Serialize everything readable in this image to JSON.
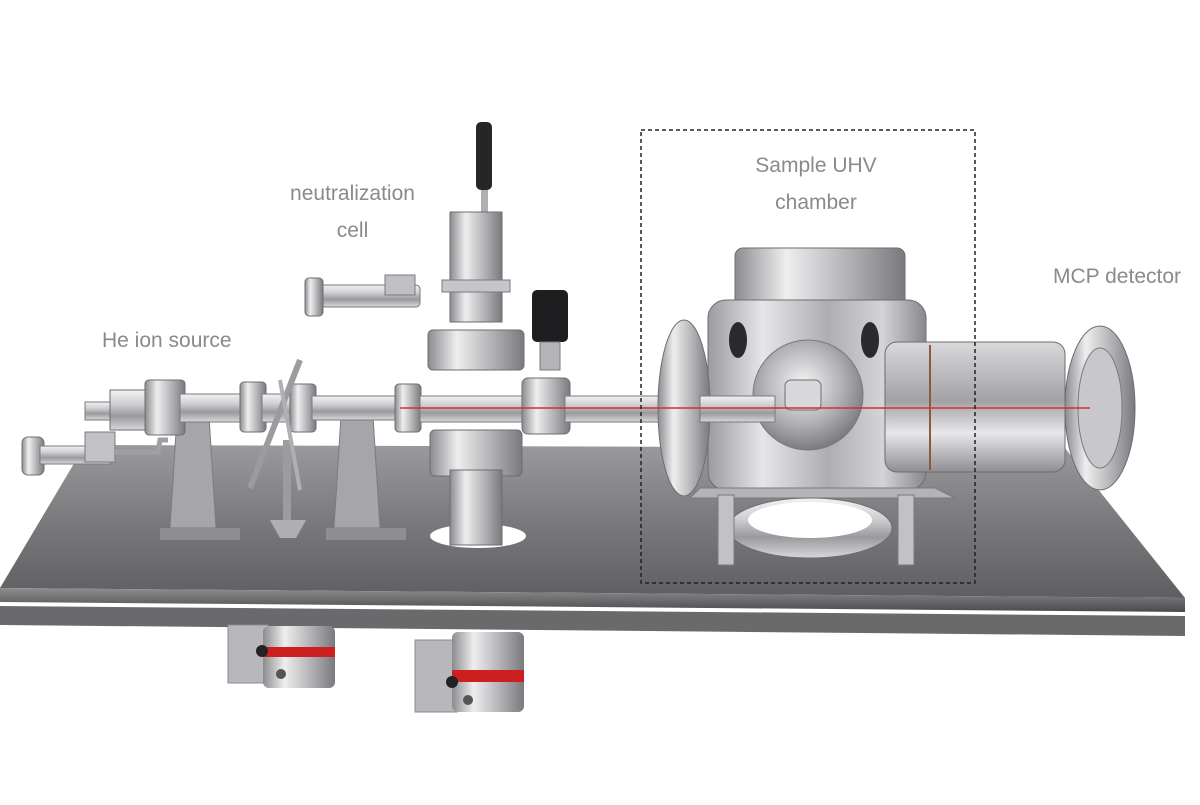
{
  "labels": {
    "he_ion_source": "He ion source",
    "neutralization_cell_line1": "neutralization",
    "neutralization_cell_line2": "cell",
    "sample_chamber_line1": "Sample UHV",
    "sample_chamber_line2": "chamber",
    "mcp_detector": "MCP detector"
  },
  "colors": {
    "table_top": "#7d7d80",
    "table_edge": "#5a5a5d",
    "steel_light": "#e4e4e6",
    "steel_mid": "#b4b4b8",
    "steel_dark": "#6e6e72",
    "beam": "#d23030",
    "bellows_band": "#d22020",
    "knob": "#1c1c1c",
    "label_text": "#8a8a8a"
  }
}
